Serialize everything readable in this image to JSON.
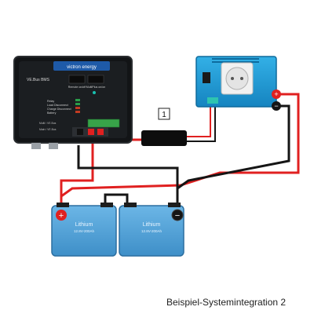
{
  "bms": {
    "brand": "victron energy",
    "model": "VE.Bus BMS",
    "indicators": [
      "Remote on/off",
      "MultiPlus on/on"
    ],
    "alarms": [
      "Relay",
      "Load Disconnect",
      "Charge Disconnect",
      "Battery"
    ],
    "port_a": "Multi / VE.Bus",
    "port_b": "Main / VE.Bus"
  },
  "fuse": {
    "label": "1"
  },
  "inverter": {
    "positive_sign": "+",
    "negative_sign": "−"
  },
  "batteries": [
    {
      "brand": "Lithium",
      "spec": "12.8V-200Ah",
      "positive_sign": "+"
    },
    {
      "brand": "Lithium",
      "spec": "12.8V-200Ah",
      "negative_sign": "−"
    }
  ],
  "caption": "Beispiel-Systemintegration 2",
  "colors": {
    "red_wire": "#e02020",
    "black_wire": "#151515",
    "battery_blue": "#5aa6d8",
    "inverter_blue": "#1fa0d8"
  }
}
